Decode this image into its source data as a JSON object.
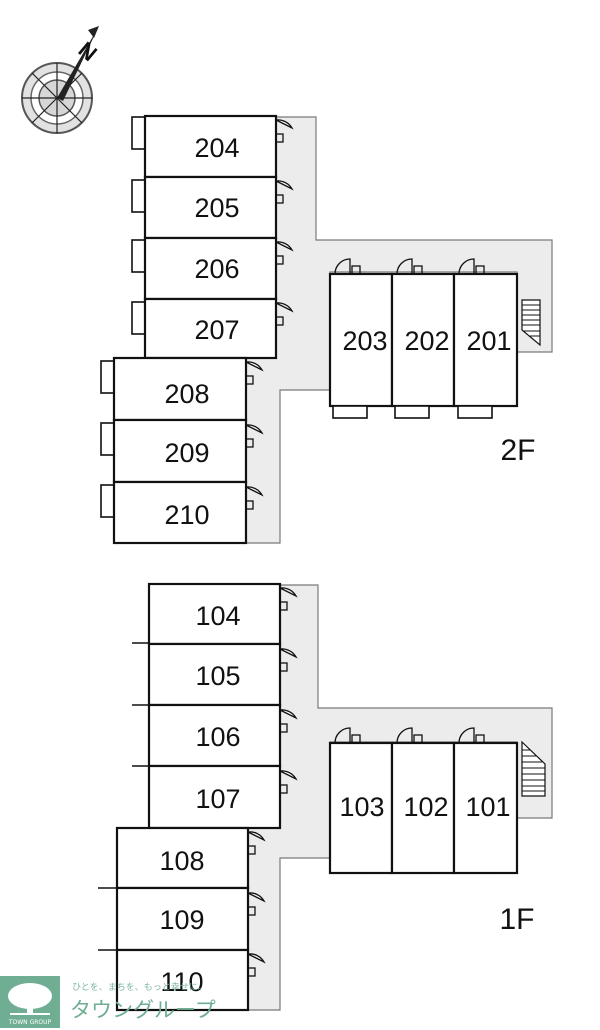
{
  "compass": {
    "north_label": "N",
    "icon": "compass-rose-icon"
  },
  "floors": [
    {
      "label": "2F",
      "west_units": [
        "204",
        "205",
        "206",
        "207",
        "208",
        "209",
        "210"
      ],
      "east_units": [
        "203",
        "202",
        "201"
      ]
    },
    {
      "label": "1F",
      "west_units": [
        "104",
        "105",
        "106",
        "107",
        "108",
        "109",
        "110"
      ],
      "east_units": [
        "103",
        "102",
        "101"
      ]
    }
  ],
  "logo": {
    "icon": "tree-icon",
    "tagline": "ひとを、まちを、もっと幸せに。",
    "name": "タウングループ",
    "sub": "TOWN GROUP"
  },
  "colors": {
    "corridor": "#ececec",
    "lines": "#111111",
    "logo": "#6fae93"
  }
}
